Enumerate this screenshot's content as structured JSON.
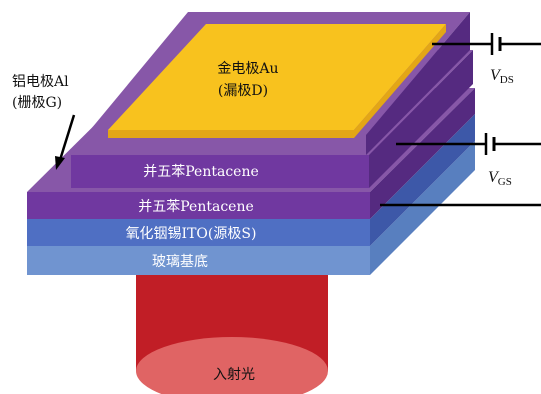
{
  "labels": {
    "gold_electrode": "金电极Au",
    "drain": "(漏极D)",
    "aluminum_electrode": "铝电极Al",
    "gate": "(栅极G)",
    "pentacene_upper": "并五苯Pentacene",
    "pentacene_lower": "并五苯Pentacene",
    "ito_layer": "氧化铟锡ITO(源极S)",
    "glass_substrate": "玻璃基底",
    "incident_light": "入射光"
  },
  "voltages": {
    "vds_symbol": "V",
    "vds_subscript": "DS",
    "vgs_symbol": "V",
    "vgs_subscript": "GS"
  },
  "colors": {
    "gold": "#f8c21e",
    "gold_dark": "#e3a616",
    "purple_top": "#8757a8",
    "purple_front": "#7038a0",
    "purple_side": "#552a80",
    "ito_front": "#4f6fc3",
    "ito_side": "#3d58a8",
    "glass_front": "#7094d0",
    "glass_side": "#587fbf",
    "cylinder": "#c11e26",
    "ellipse": "#e06464"
  }
}
